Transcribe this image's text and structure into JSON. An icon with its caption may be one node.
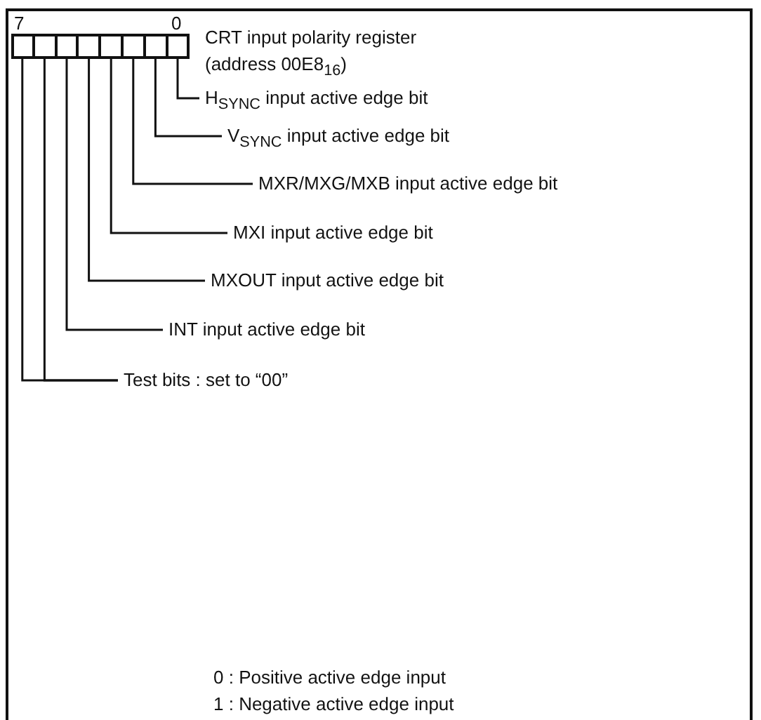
{
  "diagram": {
    "nodes": [
      {
        "text": [],
        "shape": "box"
      },
      {
        "text": [],
        "shape": "box"
      },
      {
        "text": [],
        "shape": "box"
      },
      {
        "text": [],
        "shape": "box"
      },
      {
        "text": [],
        "shape": "box"
      },
      {
        "text": [],
        "shape": "box"
      },
      {
        "text": [],
        "shape": "box"
      },
      {
        "text": [],
        "shape": "box"
      },
      {
        "text": [
          "H$_{SYNC}$ input active edge bit"
        ]
      },
      {
        "text": [
          "V$_{SYNC}$ input active edge bit"
        ]
      },
      {
        "text": [
          "MXR/MXG/MXB input active edge bit"
        ]
      },
      {
        "text": [
          "MXI input active edge bit"
        ]
      },
      {
        "text": [
          "MXOUT input active edge bit"
        ]
      },
      {
        "text": [
          "INT input active edge bit"
        ]
      },
      {
        "text": [
          "Test bits : set to “00”"
        ]
      }
    ],
    "edges": [
      {
        "from": 8,
        "to": 7,
        "arrow": "none"
      },
      {
        "from": 9,
        "to": 6,
        "arrow": "none"
      },
      {
        "from": 10,
        "to": 5,
        "arrow": "none"
      },
      {
        "from": 11,
        "to": 4,
        "arrow": "none"
      },
      {
        "from": 12,
        "to": 3,
        "arrow": "none"
      },
      {
        "from": 13,
        "to": 2,
        "arrow": "none"
      },
      {
        "from": 14,
        "to": 1,
        "arrow": "none"
      },
      {
        "from": 14,
        "to": 0,
        "arrow": "none"
      }
    ],
    "labels": [
      "7",
      "0",
      "CRT input polarity register",
      "(address 00E8$_{16}$)",
      "0 : Positive active edge input",
      "1 : Negative active edge input"
    ]
  }
}
